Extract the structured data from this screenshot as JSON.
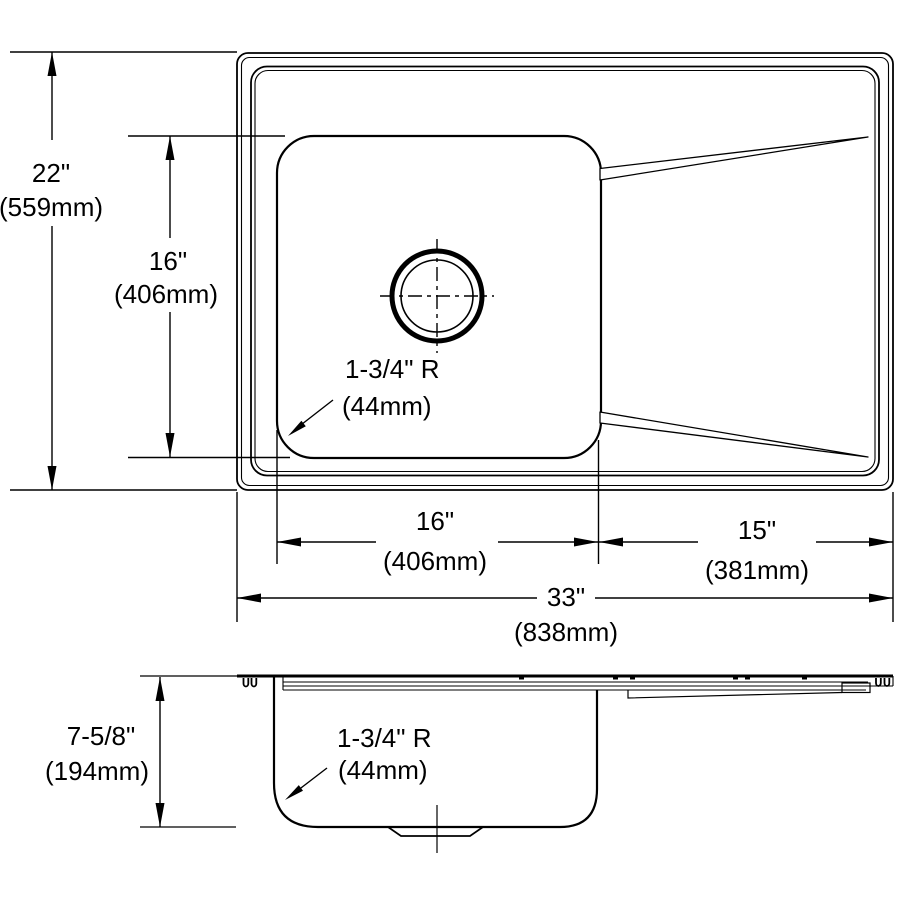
{
  "colors": {
    "line": "#000000",
    "background": "#ffffff"
  },
  "top_view": {
    "overall_depth_in": "22\"",
    "overall_depth_mm": "(559mm)",
    "bowl_front_to_back_in": "16\"",
    "bowl_front_to_back_mm": "(406mm)",
    "bowl_width_in": "16\"",
    "bowl_width_mm": "(406mm)",
    "drainboard_width_in": "15\"",
    "drainboard_width_mm": "(381mm)",
    "overall_width_in": "33\"",
    "overall_width_mm": "(838mm)",
    "corner_radius_label": "1-3/4\" R",
    "corner_radius_mm": "(44mm)"
  },
  "side_view": {
    "bowl_depth_in": "7-5/8\"",
    "bowl_depth_mm": "(194mm)",
    "corner_radius_label": "1-3/4\" R",
    "corner_radius_mm": "(44mm)"
  }
}
